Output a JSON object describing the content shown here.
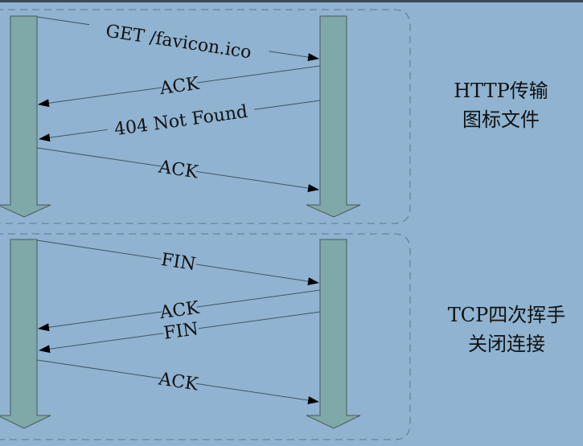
{
  "colors": {
    "background": "#8fb3d0",
    "lifeline_fill": "#7fa8a8",
    "lifeline_stroke": "#4a5a5a",
    "message_line": "#3f5566",
    "arrowhead": "#000000",
    "group_border": "#5c7a92"
  },
  "groups": [
    {
      "name": "http-favicon",
      "label_lines": [
        "HTTP传输",
        "图标文件"
      ],
      "messages": [
        {
          "label": "GET /favicon.ico",
          "direction": "client-to-server"
        },
        {
          "label": "ACK",
          "direction": "server-to-client"
        },
        {
          "label": "404 Not Found",
          "direction": "server-to-client"
        },
        {
          "label": "ACK",
          "direction": "client-to-server"
        }
      ]
    },
    {
      "name": "tcp-close",
      "label_lines": [
        "TCP四次挥手",
        "关闭连接"
      ],
      "messages": [
        {
          "label": "FIN",
          "direction": "client-to-server"
        },
        {
          "label": "ACK",
          "direction": "server-to-client"
        },
        {
          "label": "FIN",
          "direction": "server-to-client"
        },
        {
          "label": "ACK",
          "direction": "client-to-server"
        }
      ]
    }
  ]
}
